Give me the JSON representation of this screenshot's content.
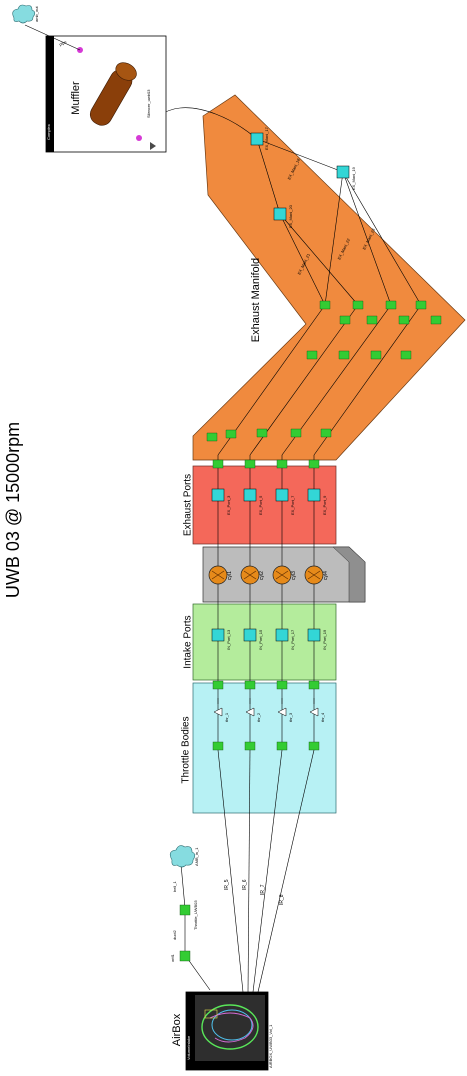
{
  "diagram": {
    "title": "UWB 03 @ 15000rpm",
    "regions": {
      "muffler": "Muffler",
      "exhaust_manifold": "Exhaust Manifold",
      "exhaust_ports": "Exhaust Ports",
      "intake_ports": "Intake Ports",
      "throttle_bodies": "Throttle Bodies",
      "airbox": "AirBox"
    },
    "muffler_panel": {
      "header": "Complex",
      "silencer": "Silencer_uwb03"
    },
    "airbox_panel": {
      "header": "VolumeIntake",
      "part": "AIRBOX_UWB03_Vol_1"
    },
    "cylinders": [
      "cyl1",
      "cyl2",
      "cyl3",
      "cyl4"
    ],
    "intake_pipes": [
      "IR_5",
      "IR_6",
      "IR_7",
      "IR_8"
    ],
    "throttle_labels": [
      "thr_1",
      "thr_2",
      "thr_3",
      "thr_4"
    ],
    "intake_port_labels": [
      "IN_Port_13",
      "IN_Port_15",
      "IN_Port_17",
      "IN_Port_19"
    ],
    "exhaust_port_labels": [
      "EX_Port_3",
      "EX_Port_5",
      "EX_Port_7",
      "EX_Port_9"
    ],
    "exhaust_manifold_labels": [
      "EX_Mani_17",
      "EX_Mani_18",
      "EX_Mani_19",
      "EX_Mani_20",
      "EX_Mani_21",
      "EX_Mani_22",
      "EX_Mani_23"
    ],
    "airbox_branch": {
      "duct": "duct2",
      "throttle": "Throttle_UWB03",
      "bell": "bell_1",
      "ambient": "AMB_in_1",
      "orifice": "orif1"
    },
    "outlet": {
      "ambient": "amb_out",
      "pipe": "pipe"
    },
    "colors": {
      "exhaust_manifold": "#f08a3e",
      "exhaust_ports": "#f4685a",
      "intake_ports": "#b4ec9c",
      "throttle_bodies": "#b7f1f4",
      "head": "#bcbcbc",
      "port_square": "#33d6d6",
      "junction": "#33cc33"
    }
  }
}
